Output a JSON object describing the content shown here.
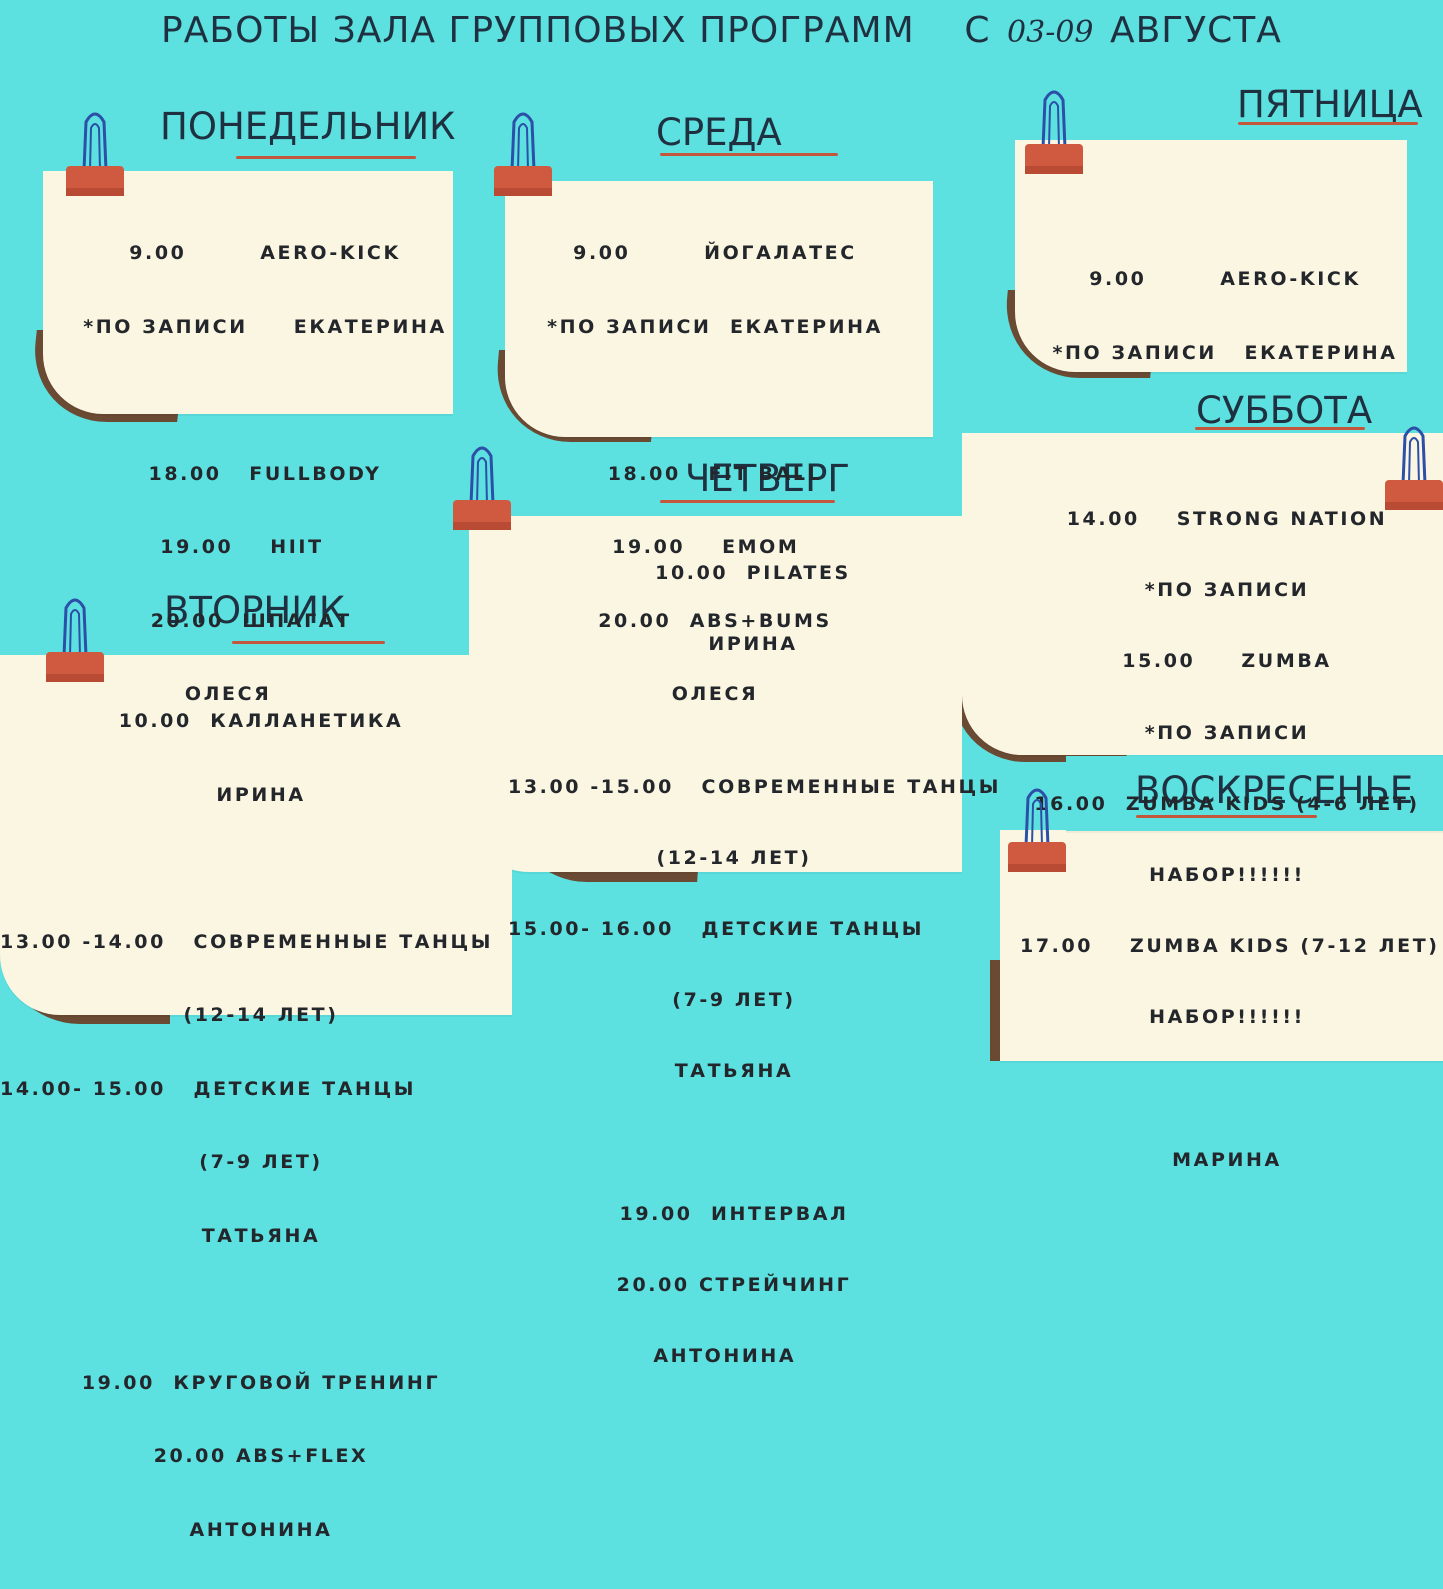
{
  "header": {
    "title_prefix": "РАБОТЫ ЗАЛА ГРУППОВЫХ ПРОГРАММ",
    "title_from": "С",
    "title_dates": "03-09",
    "title_month": "АВГУСТА"
  },
  "colors": {
    "background": "#5ce0e0",
    "note": "#fbf6e1",
    "shadow": "#6a4a33",
    "clip": "#cf5a3f",
    "clip_wire": "#2c4fa8",
    "underline": "#c4563c"
  },
  "icons": {
    "clip": "binder-clip-icon"
  },
  "days": {
    "monday": {
      "name": "ПОНЕДЕЛЬНИК",
      "lines": [
        "9.00        AERO-KICK",
        "*ПО ЗАПИСИ     ЕКАТЕРИНА",
        "",
        "18.00   FULLBODY",
        "19.00    HIIT     ",
        "20.00  ШПАГАТ   ",
        "ОЛЕСЯ        "
      ]
    },
    "wednesday": {
      "name": "СРЕДА",
      "lines": [
        "9.00        ЙОГАЛАТЕС",
        "*ПО ЗАПИСИ  ЕКАТЕРИНА",
        "",
        "18.00   FIT BALL",
        "19.00    EMOM  ",
        "20.00  ABS+BUMS",
        "ОЛЕСЯ"
      ]
    },
    "friday": {
      "name": "ПЯТНИЦА",
      "lines": [
        "9.00        AERO-KICK",
        "*ПО ЗАПИСИ   ЕКАТЕРИНА"
      ]
    },
    "saturday": {
      "name": "СУББОТА",
      "lines": [
        "14.00    STRONG NATION",
        "*ПО ЗАПИСИ",
        "15.00     ZUMBA",
        "*ПО ЗАПИСИ",
        "16.00  ZUMBA KIDS (4-6 ЛЕТ)",
        "НАБОР!!!!!!",
        "17.00    ZUMBA KIDS (7-12 ЛЕТ)",
        "НАБОР!!!!!!",
        "",
        "МАРИНА"
      ]
    },
    "thursday": {
      "name": "ЧЕТВЕРГ",
      "lines": [
        "10.00  PILATES",
        "ИРИНА",
        "",
        "13.00 -15.00   СОВРЕМЕННЫЕ ТАНЦЫ",
        "(12-14 ЛЕТ)",
        "15.00- 16.00   ДЕТСКИЕ ТАНЦЫ",
        "(7-9 ЛЕТ)",
        "ТАТЬЯНА",
        "",
        "19.00  ИНТЕРВАЛ",
        "20.00 СТРЕЙЧИНГ",
        "АНТОНИНА  "
      ]
    },
    "tuesday": {
      "name": "ВТОРНИК",
      "lines": [
        "10.00  КАЛЛАНЕТИКА",
        "ИРИНА",
        "",
        "13.00 -14.00   СОВРЕМЕННЫЕ ТАНЦЫ",
        "(12-14 ЛЕТ)",
        "14.00- 15.00   ДЕТСКИЕ ТАНЦЫ",
        "(7-9 ЛЕТ)",
        "ТАТЬЯНА",
        "",
        "19.00  КРУГОВОЙ ТРЕНИНГ",
        "20.00 ABS+FLEX",
        "АНТОНИНА"
      ]
    },
    "sunday": {
      "name": "ВОСКРЕСЕНЬЕ",
      "lines": []
    }
  }
}
